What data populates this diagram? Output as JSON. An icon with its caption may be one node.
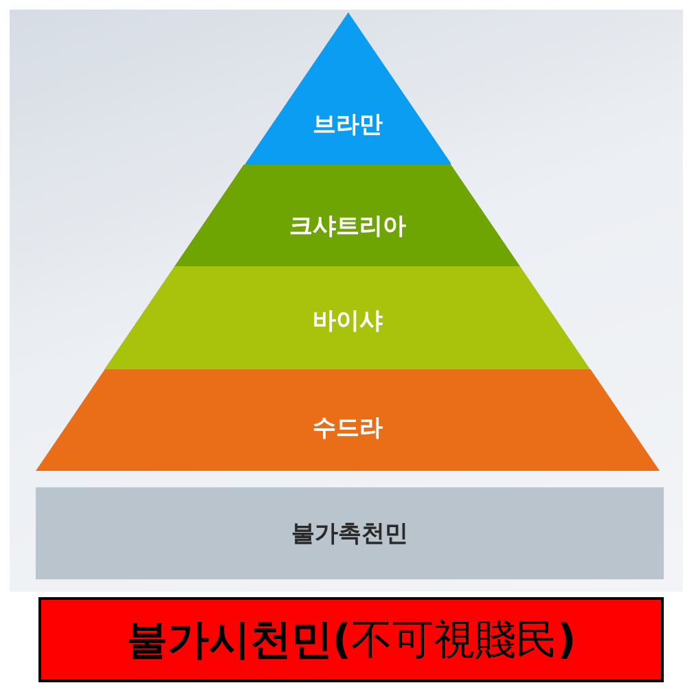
{
  "diagram": {
    "nodes": [
      {
        "text": [
          "브라만"
        ]
      },
      {
        "text": [
          "크샤트리아"
        ]
      },
      {
        "text": [
          "바이샤"
        ]
      },
      {
        "text": [
          "수드라"
        ]
      },
      {
        "text": [
          "불가촉천민"
        ]
      },
      {
        "text": [
          "**불가시천민(**不可視賤民**)**"
        ]
      }
    ]
  }
}
